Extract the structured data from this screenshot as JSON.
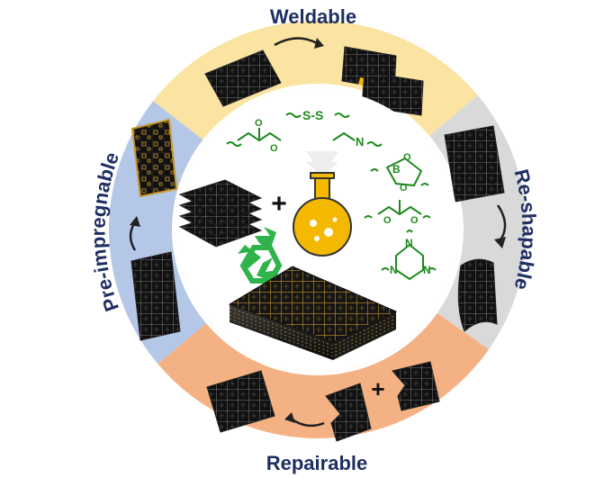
{
  "labels": {
    "top": "Weldable",
    "right": "Re-shapable",
    "bottom": "Repairable",
    "left": "Pre-impregnable"
  },
  "center": {
    "plus_sign": "+",
    "repair_plus_sign": "+"
  },
  "chem_labels": {
    "disulfide": "S-S",
    "imine_n": "N",
    "ester_o1": "O",
    "ester_o2": "O",
    "boronic_b": "B",
    "boronic_o1": "O",
    "boronic_o2": "O",
    "acetal_o1": "O",
    "acetal_o2": "O",
    "triazine_n1": "N",
    "triazine_n2": "N",
    "triazine_n3": "N"
  },
  "colors": {
    "top_segment": "#fbe3a1",
    "right_segment": "#d9d9d9",
    "bottom_segment": "#f4b183",
    "left_segment": "#b4c7e7",
    "label_text": "#1f2f63",
    "chem_green": "#1f8a1f",
    "flask_yellow": "#f5b800",
    "recycle_green": "#2fb34a",
    "fiber_gold": "#c8962a"
  },
  "icons": {
    "recycle": "recycle-icon",
    "flask": "flask-icon",
    "arrow": "curved-arrow-icon"
  }
}
